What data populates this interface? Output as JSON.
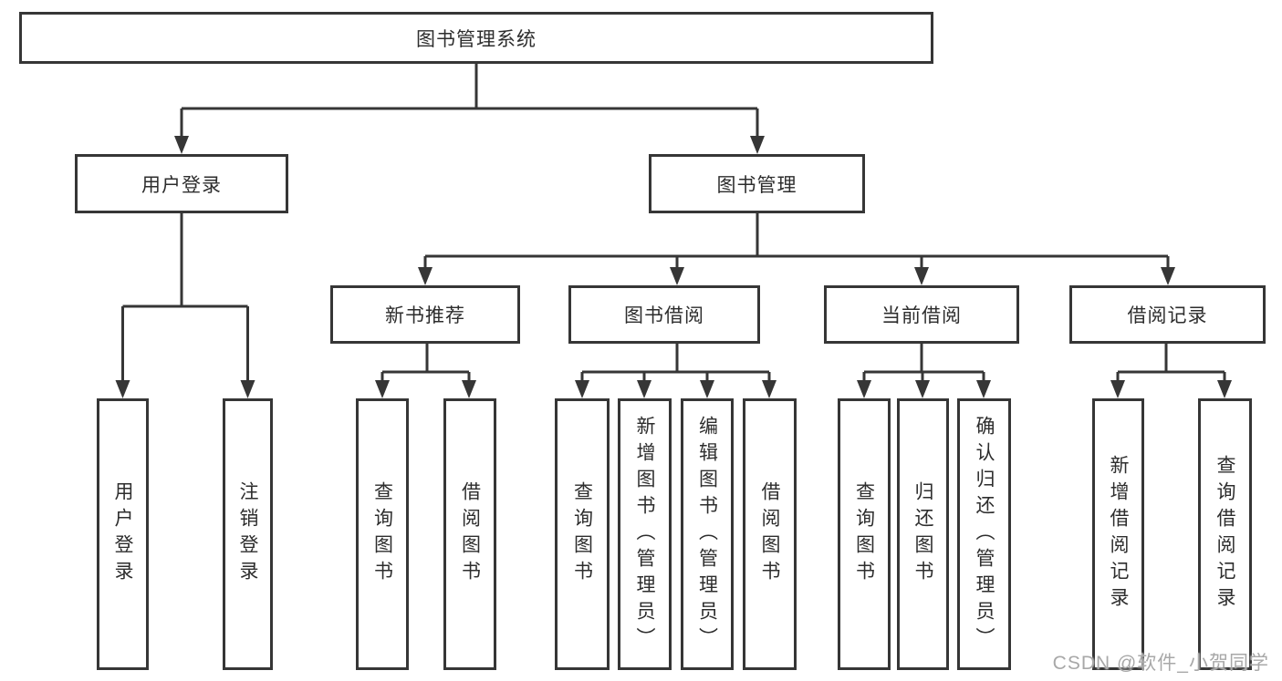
{
  "diagram_title": "图书管理系统",
  "tree": {
    "label": "图书管理系统",
    "children": [
      {
        "label": "用户登录",
        "children": [
          {
            "label": "用户登录"
          },
          {
            "label": "注销登录"
          }
        ]
      },
      {
        "label": "图书管理",
        "children": [
          {
            "label": "新书推荐",
            "children": [
              {
                "label": "查询图书"
              },
              {
                "label": "借阅图书"
              }
            ]
          },
          {
            "label": "图书借阅",
            "children": [
              {
                "label": "查询图书"
              },
              {
                "label": "新增图书（管理员）"
              },
              {
                "label": "编辑图书（管理员）"
              },
              {
                "label": "借阅图书"
              }
            ]
          },
          {
            "label": "当前借阅",
            "children": [
              {
                "label": "查询图书"
              },
              {
                "label": "归还图书"
              },
              {
                "label": "确认归还（管理员）"
              }
            ]
          },
          {
            "label": "借阅记录",
            "children": [
              {
                "label": "新增借阅记录"
              },
              {
                "label": "查询借阅记录"
              }
            ]
          }
        ]
      }
    ]
  },
  "watermark": "CSDN @软件_小贺同学",
  "colors": {
    "line": "#363636",
    "text": "#2d2d2d",
    "background": "#ffffff",
    "watermark": "#a8a8a8"
  }
}
